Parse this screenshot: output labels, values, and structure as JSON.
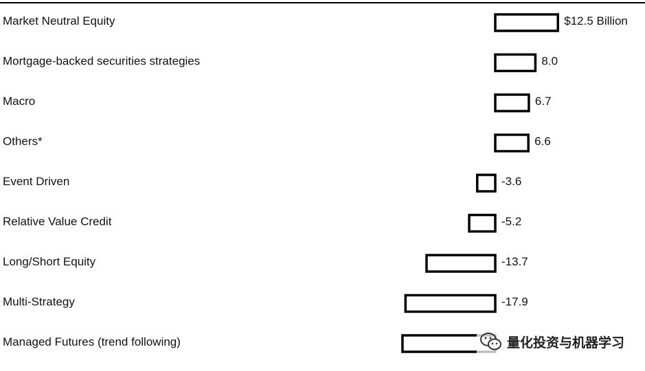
{
  "chart_data": {
    "type": "bar",
    "orientation": "horizontal",
    "categories": [
      "Market Neutral Equity",
      "Mortgage-backed securities strategies",
      "Macro",
      "Others*",
      "Event Driven",
      "Relative Value Credit",
      "Long/Short Equity",
      "Multi-Strategy",
      "Managed Futures (trend following)"
    ],
    "values": [
      12.5,
      8.0,
      6.7,
      6.6,
      -3.6,
      -5.2,
      -13.7,
      -17.9,
      -18.5
    ],
    "value_labels": [
      "$12.5 Billion",
      "8.0",
      "6.7",
      "6.6",
      "-3.6",
      "-5.2",
      "-13.7",
      "-17.9",
      ""
    ],
    "title": "",
    "xlabel": "",
    "ylabel": "",
    "grid": false,
    "legend": "none",
    "colors": {
      "bar_fill": "#ffffff",
      "bar_stroke": "#000000",
      "rule": "#000000"
    }
  },
  "watermark": {
    "icon": "wechat-icon",
    "text": "量化投资与机器学习"
  }
}
